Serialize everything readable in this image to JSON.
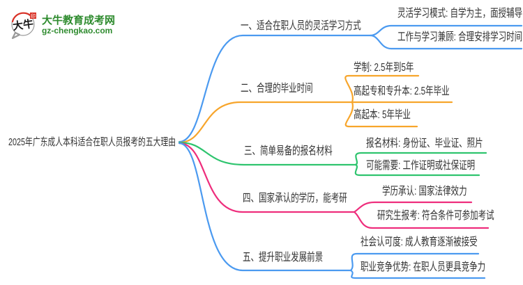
{
  "palette": {
    "blue": "#4b9af0",
    "orange": "#f7a52b",
    "green": "#2ec46e",
    "pink": "#ee2d7c",
    "logo_green": "#2e8b2e",
    "text": "#333333"
  },
  "logo": {
    "title": "大牛教育成考网",
    "domain": "gz-chengkao.com",
    "icon_text": "大牛"
  },
  "central": {
    "label": "2025年广东成人本科适合在职人员报考的五大理由"
  },
  "branches": [
    {
      "label": "一、适合在职人员的灵活学习方式",
      "color": "blue",
      "children": [
        {
          "label": "灵活学习模式: 自学为主，面授辅导"
        },
        {
          "label": "工作与学习兼顾: 合理安排学习时间"
        }
      ]
    },
    {
      "label": "二、合理的毕业时间",
      "color": "orange",
      "children": [
        {
          "label": "学制: 2.5年到5年"
        },
        {
          "label": "高起专和专升本: 2.5年毕业"
        },
        {
          "label": "高起本: 5年毕业"
        }
      ]
    },
    {
      "label": "三、简单易备的报名材料",
      "color": "green",
      "children": [
        {
          "label": "报名材料: 身份证、毕业证、照片"
        },
        {
          "label": "可能需要: 工作证明或社保证明"
        }
      ]
    },
    {
      "label": "四、国家承认的学历，能考研",
      "color": "pink",
      "children": [
        {
          "label": "学历承认: 国家法律效力"
        },
        {
          "label": "研究生报考: 符合条件可参加考试"
        }
      ]
    },
    {
      "label": "五、提升职业发展前景",
      "color": "blue",
      "children": [
        {
          "label": "社会认可度: 成人教育逐渐被接受"
        },
        {
          "label": "职业竞争优势: 在职人员更具竞争力"
        }
      ]
    }
  ]
}
